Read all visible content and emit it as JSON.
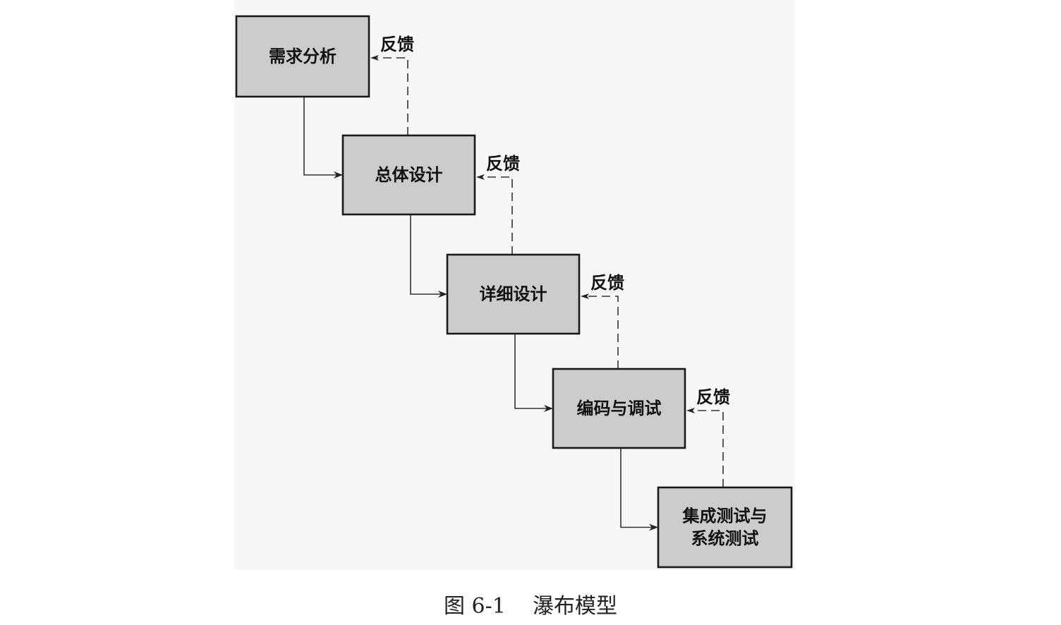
{
  "diagram": {
    "stages": [
      {
        "lines": [
          "需求分析"
        ]
      },
      {
        "lines": [
          "总体设计"
        ]
      },
      {
        "lines": [
          "详细设计"
        ]
      },
      {
        "lines": [
          "编码与调试"
        ]
      },
      {
        "lines": [
          "集成测试与",
          "系统测试"
        ]
      }
    ],
    "feedback_label": "反馈",
    "colors": {
      "box_fill": "#cccccc",
      "box_border": "#1a1a1a",
      "line": "#333333"
    }
  },
  "caption": "图 6-1    瀑布模型"
}
